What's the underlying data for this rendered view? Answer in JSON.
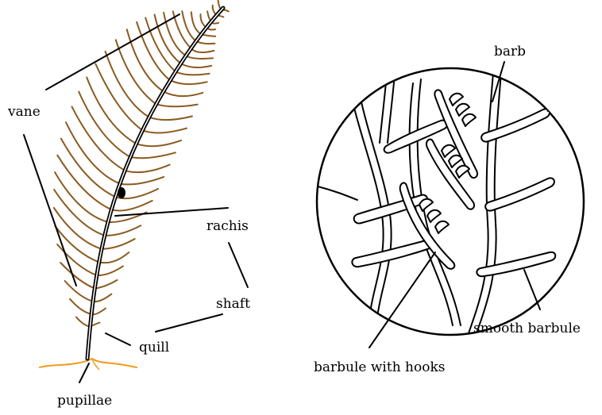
{
  "colors": {
    "vane": "#8B5A1F",
    "pupillae": "#F29A1E",
    "ink": "#000000",
    "background": "#ffffff"
  },
  "labels": {
    "vane": "vane",
    "rachis": "rachis",
    "shaft": "shaft",
    "quill": "quill",
    "pupillae": "pupillae",
    "barb": "barb",
    "smooth_barbule": "smooth barbule",
    "barbule_with_hooks": "barbule with hooks"
  }
}
